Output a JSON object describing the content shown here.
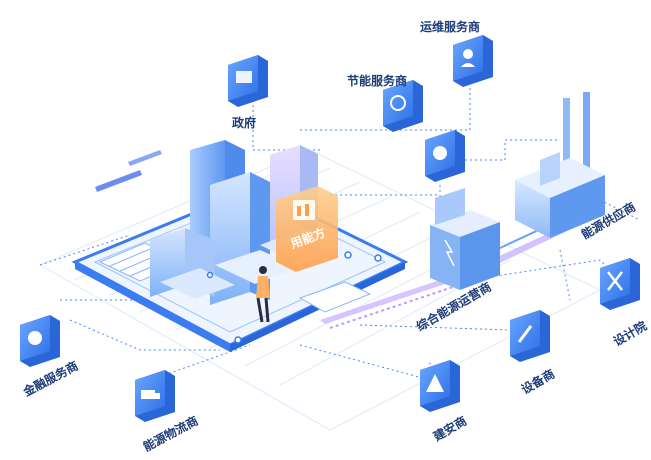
{
  "diagram": {
    "nodes": {
      "government": {
        "label": "政府",
        "icon": "government-building-icon"
      },
      "energy_saving": {
        "label": "节能服务商",
        "icon": "fan-icon"
      },
      "om_service": {
        "label": "运维服务商",
        "icon": "engineer-icon"
      },
      "energy_supplier": {
        "label": "能源供应商",
        "icon": "factory-icon"
      },
      "design_institute": {
        "label": "设计院",
        "icon": "tools-icon"
      },
      "equipment": {
        "label": "设备商",
        "icon": "wrench-icon"
      },
      "construction": {
        "label": "建安商",
        "icon": "warning-cone-icon"
      },
      "logistics": {
        "label": "能源物流商",
        "icon": "truck-icon"
      },
      "finance": {
        "label": "金融服务商",
        "icon": "coins-icon"
      },
      "integrated_operator": {
        "label": "综合能源运营商",
        "icon": "substation-icon"
      },
      "user": {
        "label": "用能方",
        "icon": "factory-icon"
      }
    },
    "colors": {
      "accent": "#3b7cf0",
      "dotted_line": "#4a8be8",
      "icon_box": "#4d8ef5",
      "label": "#1d3c78",
      "user_badge": "#ffb066"
    }
  }
}
